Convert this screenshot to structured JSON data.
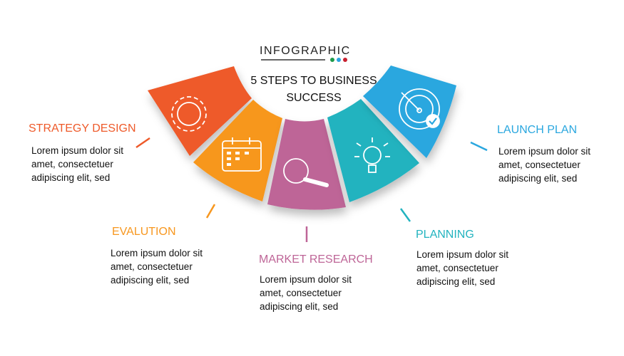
{
  "header": {
    "brand": "INFOGRAPHIC",
    "title": "5 STEPS TO BUSINESS SUCCESS"
  },
  "brand_dots": [
    "#1e9a4a",
    "#2ba3e0",
    "#c8202f"
  ],
  "steps": [
    {
      "label": "STRATEGY DESIGN",
      "text": "Lorem ipsum dolor sit\namet, consectetuer\nadipiscing elit, sed",
      "color": "#ee5a2a",
      "icon": "gear-icon"
    },
    {
      "label": "EVALUTION",
      "text": "Lorem ipsum dolor sit\namet, consectetuer\nadipiscing elit, sed",
      "color": "#f7971f",
      "icon": "calendar-icon"
    },
    {
      "label": "MARKET RESEARCH",
      "text": "Lorem ipsum dolor sit\namet, consectetuer\nadipiscing elit, sed",
      "color": "#be6597",
      "icon": "magnifier-icon"
    },
    {
      "label": "PLANNING",
      "text": "Lorem ipsum dolor sit\namet, consectetuer\nadipiscing elit, sed",
      "color": "#22b3bf",
      "icon": "lightbulb-icon"
    },
    {
      "label": "LAUNCH PLAN",
      "text": "Lorem ipsum dolor sit\namet, consectetuer\nadipiscing elit, sed",
      "color": "#2aa7df",
      "icon": "target-icon"
    }
  ]
}
